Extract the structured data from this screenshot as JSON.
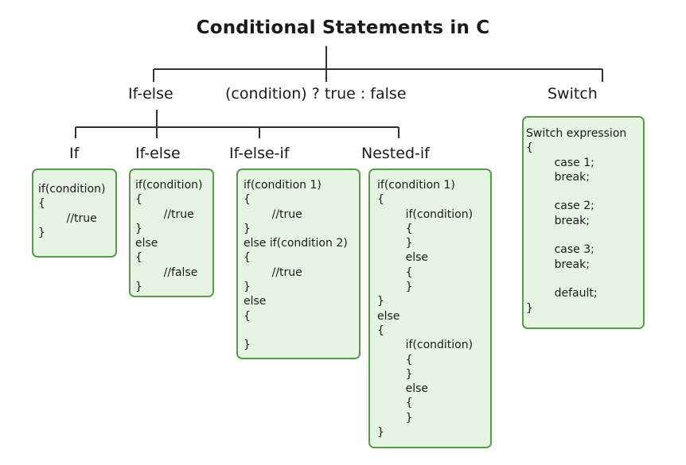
{
  "title": "Conditional Statements in C",
  "categories": {
    "if_else": "If-else",
    "ternary": "(condition) ? true : false",
    "switch": "Switch"
  },
  "subtypes": {
    "if": "If",
    "if_else": "If-else",
    "if_else_if": "If-else-if",
    "nested_if": "Nested-if"
  },
  "code": {
    "if": [
      "if(condition)",
      "{",
      "        //true",
      "}"
    ],
    "if_else": [
      "if(condition)",
      "{",
      "        //true",
      "}",
      "else",
      "{",
      "        //false",
      "}"
    ],
    "if_else_if": [
      "if(condition 1)",
      "{",
      "        //true",
      "}",
      "else if(condition 2)",
      "{",
      "        //true",
      "}",
      "else",
      "{",
      "",
      "}"
    ],
    "nested_if": [
      "if(condition 1)",
      "{",
      "        if(condition)",
      "        {",
      "        }",
      "        else",
      "        {",
      "        }",
      "}",
      "else",
      "{",
      "        if(condition)",
      "        {",
      "        }",
      "        else",
      "        {",
      "        }",
      "}"
    ],
    "switch": [
      "Switch expression",
      "{",
      "        case 1;",
      "        break;",
      "",
      "        case 2;",
      "        break;",
      "",
      "        case 3;",
      "        break;",
      "",
      "        default;",
      "}"
    ]
  }
}
